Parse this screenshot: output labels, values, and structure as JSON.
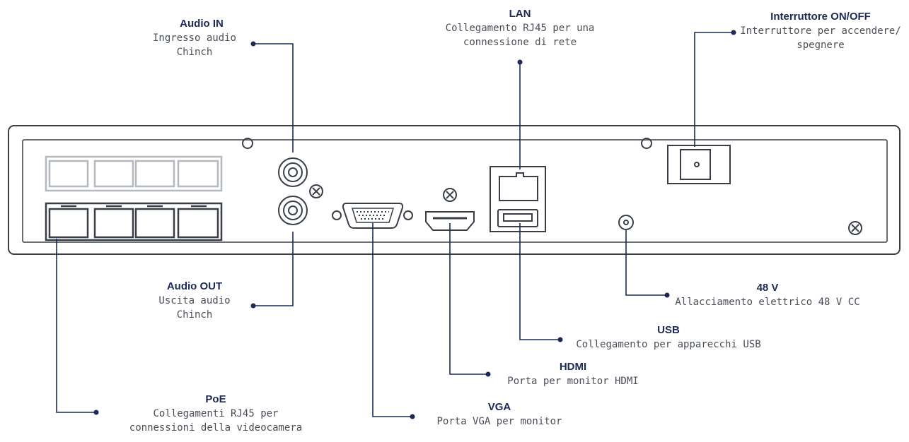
{
  "colors": {
    "title": "#1c2a55",
    "text": "#4a4f57",
    "leader": "#1c2a55",
    "device_outline": "#3a3f47",
    "port_muted": "#b5b8bd"
  },
  "callouts": {
    "audio_in": {
      "title": "Audio IN",
      "line1": "Ingresso audio",
      "line2": "Chinch"
    },
    "lan": {
      "title": "LAN",
      "line1": "Collegamento RJ45 per una",
      "line2": "connessione di rete"
    },
    "power_switch": {
      "title": "Interruttore ON/OFF",
      "line1": "Interruttore per accendere/",
      "line2": "spegnere"
    },
    "audio_out": {
      "title": "Audio OUT",
      "line1": "Uscita audio",
      "line2": "Chinch"
    },
    "power_48v": {
      "title": "48 V",
      "line1": "Allacciamento elettrico 48 V CC"
    },
    "usb": {
      "title": "USB",
      "line1": "Collegamento per apparecchi USB"
    },
    "hdmi": {
      "title": "HDMI",
      "line1": "Porta per monitor HDMI"
    },
    "poe": {
      "title": "PoE",
      "line1": "Collegamenti RJ45 per",
      "line2": "connessioni della videocamera"
    },
    "vga": {
      "title": "VGA",
      "line1": "Porta VGA per monitor"
    }
  }
}
